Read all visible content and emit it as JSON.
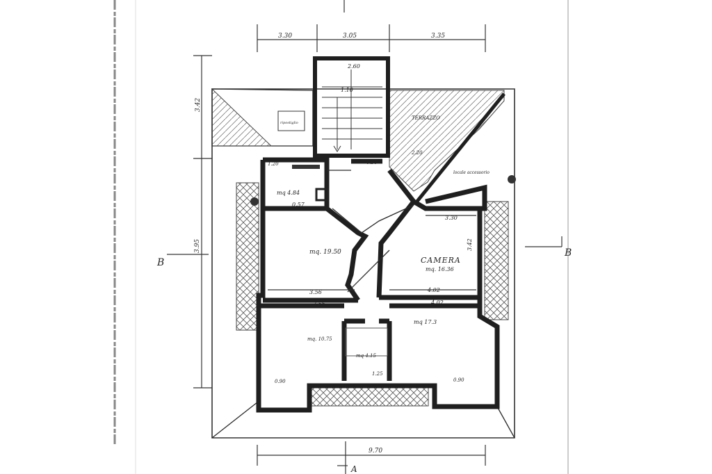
{
  "plan": {
    "rooms": {
      "camera_name": "CAMERA",
      "camera_area": "mq. 16.36",
      "room_center_area": "mq. 19.50",
      "wc_area": "mq 4.84",
      "bottom_left_area": "mq. 10.75",
      "bath_area": "mq 4.15",
      "bottom_right_area": "mq 17.3",
      "terrazzo": "TERRAZZO",
      "locale_accessorio": "locale accessorio",
      "storage": "ripostiglio"
    },
    "dimensions": {
      "top_left": "3.30",
      "top_mid": "3.05",
      "top_right": "3.35",
      "stair_width": "2.60",
      "left_upper": "3.42",
      "left_lower": "3.95",
      "bottom_total": "9.70",
      "camera_width": "4.02",
      "corridor": "0.57",
      "room_width": "3.56",
      "room_width_2": "3.56",
      "right_top": "3.30",
      "right_mid": "3.42",
      "small_a": "1.20",
      "small_b": "0.90",
      "small_c": "2.20",
      "small_d": "0.90",
      "small_e": "1.25",
      "small_f": "0.90",
      "lower_right": "4.02",
      "stair_note": "1.10"
    },
    "section_marks": {
      "left": "B",
      "right": "B",
      "bottom": "A"
    }
  }
}
